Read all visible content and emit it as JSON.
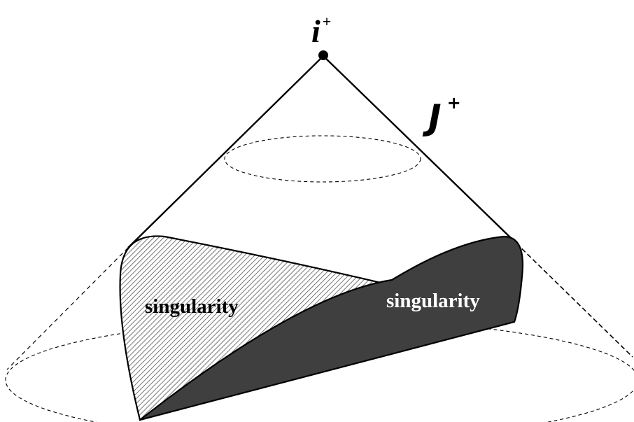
{
  "diagram": {
    "apex_label": "i",
    "apex_superscript": "+",
    "scri_label": "J",
    "scri_superscript": "+",
    "left_region_label": "singularity",
    "right_region_label": "singularity",
    "colors": {
      "line": "#000000",
      "dark_fill": "#3f3f3f",
      "hatch": "#555555",
      "background": "#ffffff",
      "right_label_text": "#ffffff"
    }
  }
}
